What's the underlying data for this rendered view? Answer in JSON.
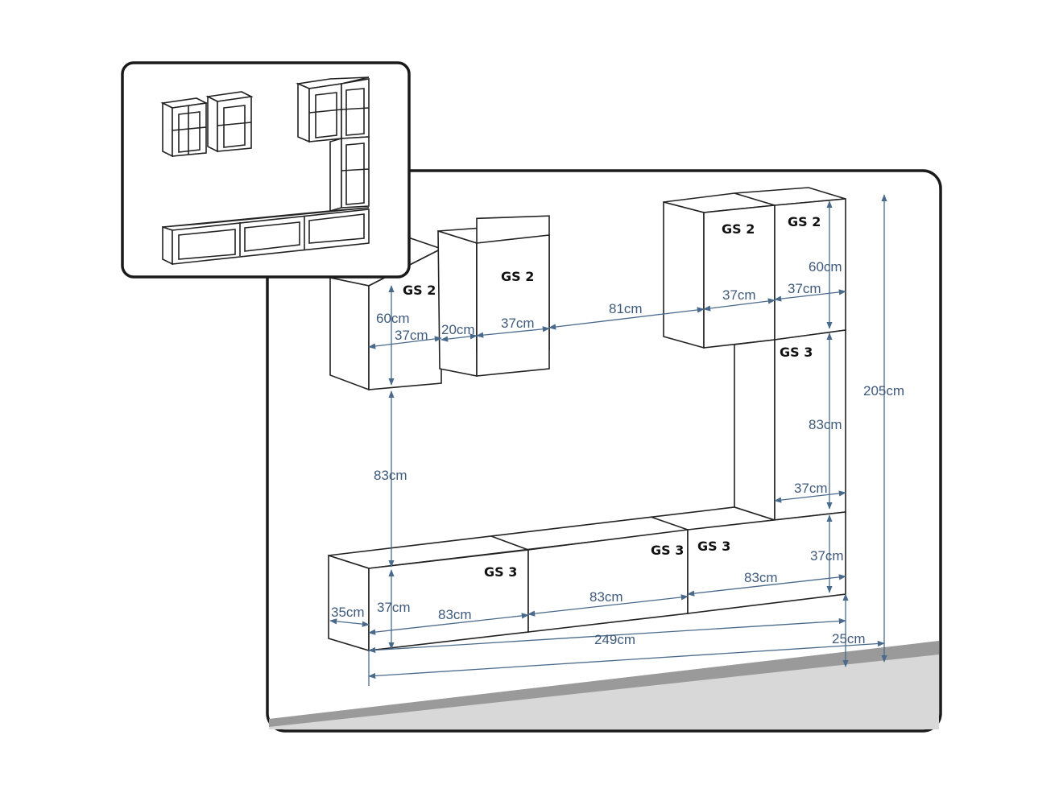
{
  "colors": {
    "outline": "#222222",
    "dimension": "#4a6a8c",
    "dimension_text": "#3f5a7a",
    "floor": "#d8d8d8",
    "floor_edge": "#9a9a9a"
  },
  "modules": {
    "gs2_a": "GS 2",
    "gs2_b": "GS 2",
    "gs2_c": "GS 2",
    "gs2_d": "GS 2",
    "gs3_tall": "GS 3",
    "gs3_low_a": "GS 3",
    "gs3_low_b": "GS 3",
    "gs3_low_c": "GS 3"
  },
  "dimensions": {
    "left_height_60": "60cm",
    "left_width_37": "37cm",
    "gap_20": "20cm",
    "second_width_37": "37cm",
    "gap_81": "81cm",
    "right_width_37_a": "37cm",
    "right_width_37_b": "37cm",
    "right_height_60": "60cm",
    "total_height_205": "205cm",
    "tall_height_83": "83cm",
    "tall_width_37": "37cm",
    "left_drop_83": "83cm",
    "base_height_37_right": "37cm",
    "base_height_37_left": "37cm",
    "base_depth_35": "35cm",
    "base_width_83_a": "83cm",
    "base_width_83_b": "83cm",
    "base_width_83_c": "83cm",
    "total_width_249": "249cm",
    "floor_gap_25": "25cm"
  }
}
